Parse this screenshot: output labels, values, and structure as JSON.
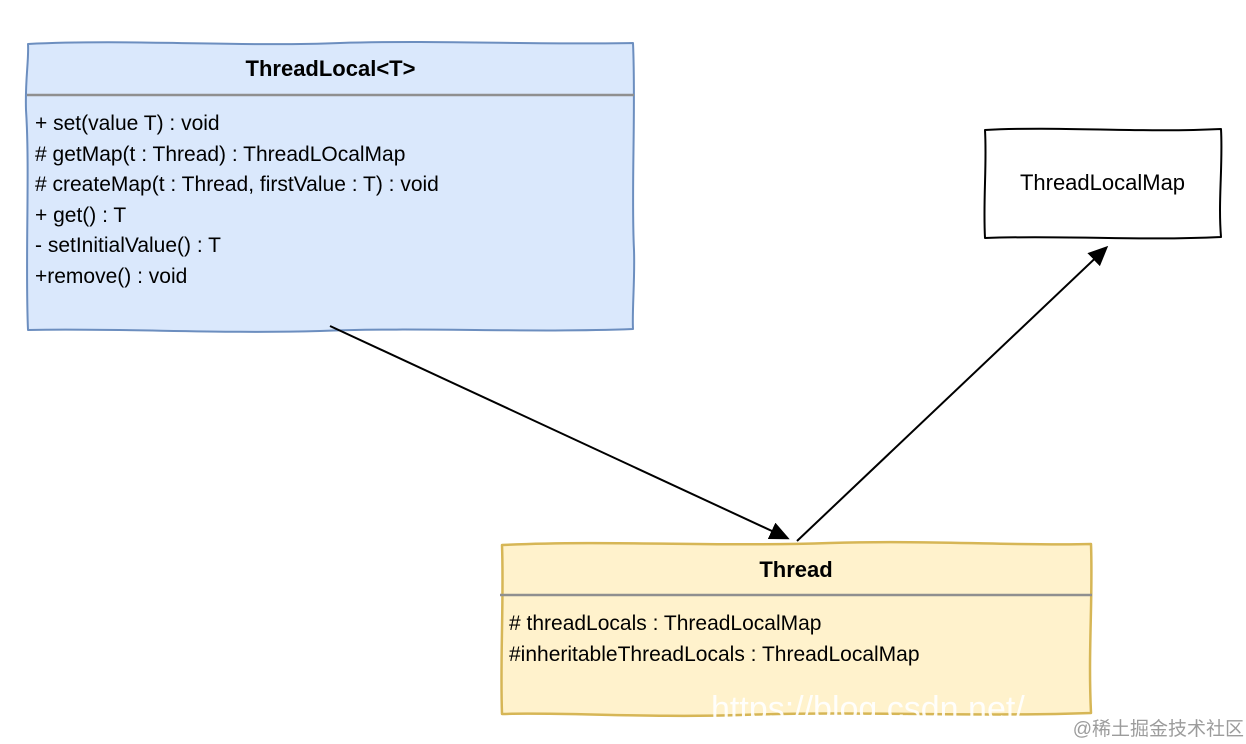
{
  "diagram": {
    "classes": [
      {
        "name": "ThreadLocal<T>",
        "members": [
          "+ set(value T) : void",
          "# getMap(t : Thread) : ThreadLOcalMap",
          "# createMap(t : Thread, firstValue : T) : void",
          "+ get() : T",
          "- setInitialValue() : T",
          "+remove() : void"
        ],
        "fill_color": "#dae8fc",
        "border_color": "#6c8ebf"
      },
      {
        "name": "ThreadLocalMap",
        "members": [],
        "fill_color": "#ffffff",
        "border_color": "#000000"
      },
      {
        "name": "Thread",
        "members": [
          "# threadLocals : ThreadLocalMap",
          "#inheritableThreadLocals : ThreadLocalMap"
        ],
        "fill_color": "#fff2cc",
        "border_color": "#d6b656"
      }
    ],
    "relations": [
      {
        "from": "ThreadLocal<T>",
        "to": "Thread",
        "style": "solid-arrow"
      },
      {
        "from": "Thread",
        "to": "ThreadLocalMap",
        "style": "solid-arrow"
      }
    ],
    "divider_color": "#8f8f8f",
    "arrow_color": "#000000"
  },
  "watermark": {
    "url_text": "https://blog.csdn.net/",
    "attribution": "@稀土掘金技术社区"
  }
}
